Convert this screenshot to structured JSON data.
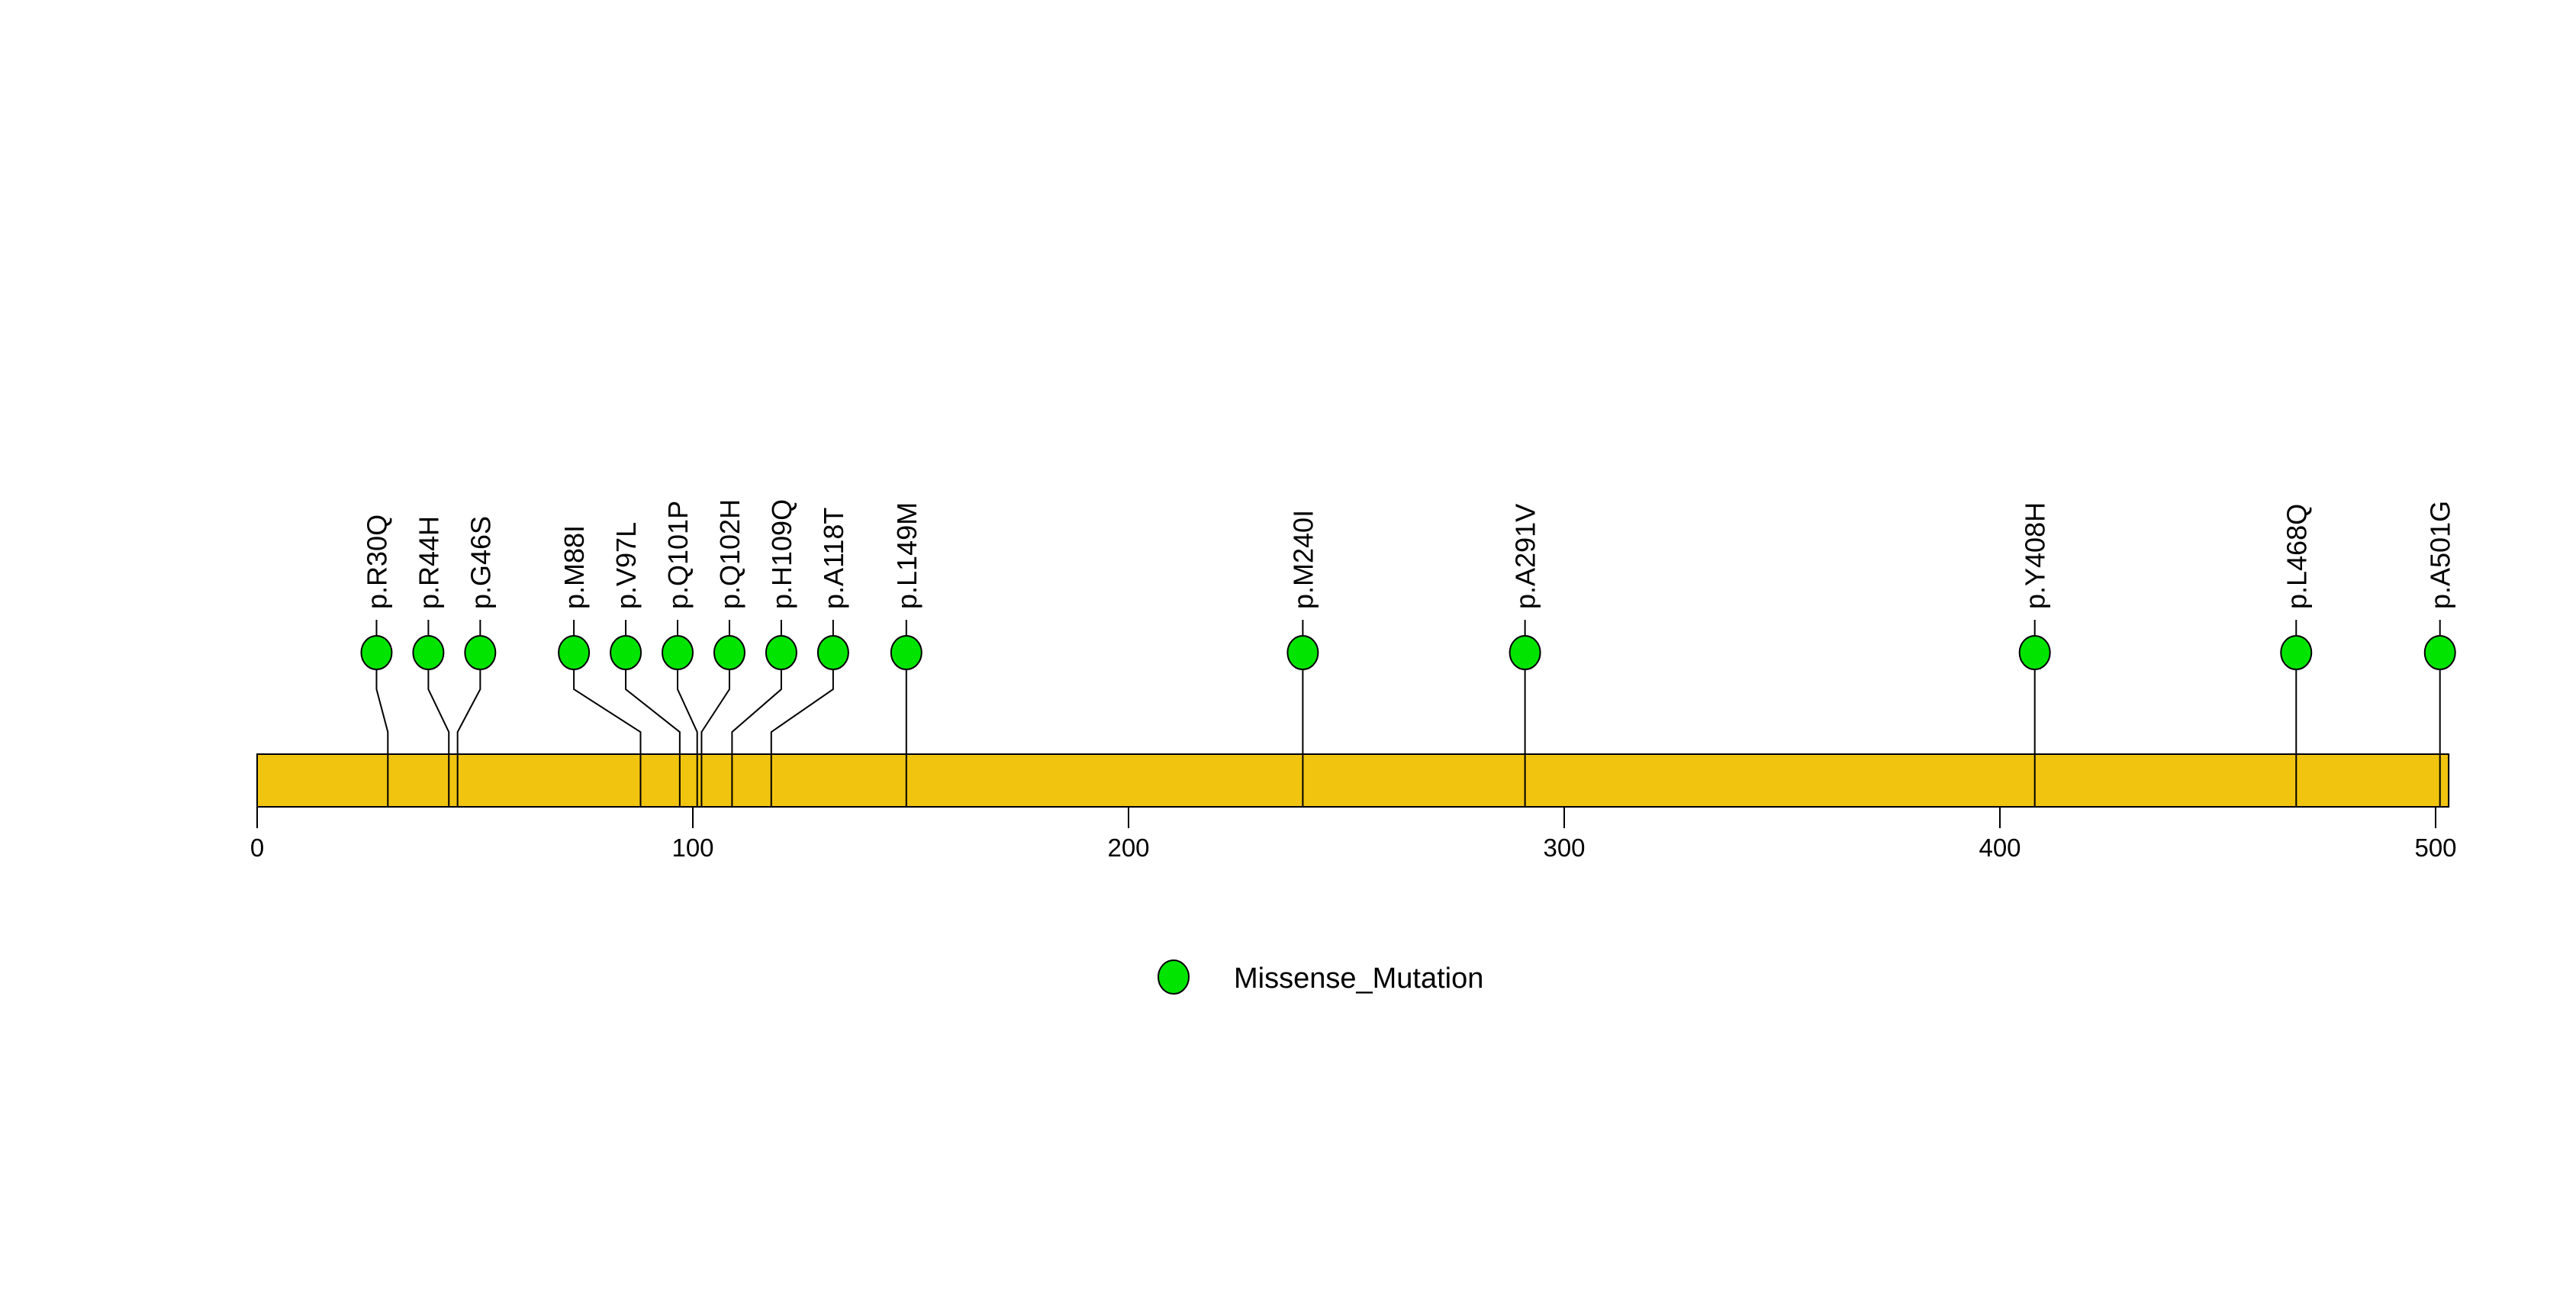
{
  "figure": {
    "background_color": "#FFFFFF",
    "title": ""
  },
  "chart_data": {
    "type": "lollipop",
    "title": "",
    "xlabel": "",
    "ylabel": "",
    "axis": {
      "ticks": [
        0,
        100,
        200,
        300,
        400,
        500
      ],
      "xlim": [
        0,
        503
      ],
      "grid": false
    },
    "protein_length": 503,
    "mutations": [
      {
        "label": "p.R30Q",
        "position": 30,
        "label_pos": 27.4,
        "type": "Missense_Mutation"
      },
      {
        "label": "p.R44H",
        "position": 44,
        "label_pos": 39.3,
        "type": "Missense_Mutation"
      },
      {
        "label": "p.G46S",
        "position": 46,
        "label_pos": 51.2,
        "type": "Missense_Mutation"
      },
      {
        "label": "p.M88I",
        "position": 88,
        "label_pos": 72.7,
        "type": "Missense_Mutation"
      },
      {
        "label": "p.V97L",
        "position": 97,
        "label_pos": 84.6,
        "type": "Missense_Mutation"
      },
      {
        "label": "p.Q101P",
        "position": 101,
        "label_pos": 96.5,
        "type": "Missense_Mutation"
      },
      {
        "label": "p.Q102H",
        "position": 102,
        "label_pos": 108.4,
        "type": "Missense_Mutation"
      },
      {
        "label": "p.H109Q",
        "position": 109,
        "label_pos": 120.3,
        "type": "Missense_Mutation"
      },
      {
        "label": "p.A118T",
        "position": 118,
        "label_pos": 132.2,
        "type": "Missense_Mutation"
      },
      {
        "label": "p.L149M",
        "position": 149,
        "label_pos": 149,
        "type": "Missense_Mutation"
      },
      {
        "label": "p.M240I",
        "position": 240,
        "label_pos": 240,
        "type": "Missense_Mutation"
      },
      {
        "label": "p.A291V",
        "position": 291,
        "label_pos": 291,
        "type": "Missense_Mutation"
      },
      {
        "label": "p.Y408H",
        "position": 408,
        "label_pos": 408,
        "type": "Missense_Mutation"
      },
      {
        "label": "p.L468Q",
        "position": 468,
        "label_pos": 468,
        "type": "Missense_Mutation"
      },
      {
        "label": "p.A501G",
        "position": 501,
        "label_pos": 501,
        "type": "Missense_Mutation"
      }
    ],
    "mutation_type_legend": [
      {
        "label": "Missense_Mutation",
        "color": "#00E400"
      }
    ],
    "colors": {
      "backbone": "#F1C40F",
      "backbone_border": "#000000",
      "marker": "#00E400",
      "marker_border": "#000000",
      "stem": "#000000",
      "text": "#000000"
    },
    "legend_position": "bottom-center"
  }
}
